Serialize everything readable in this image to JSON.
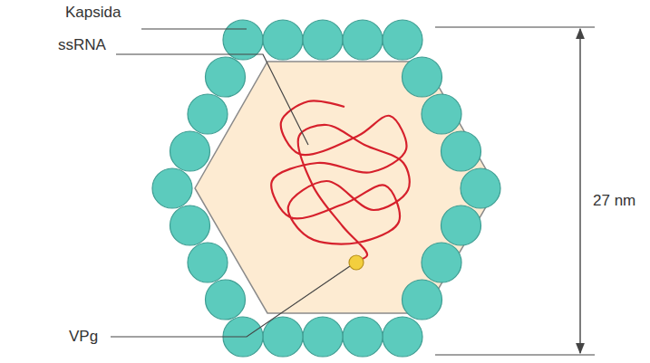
{
  "diagram": {
    "labels": [
      "Kapsida",
      "ssRNA",
      "VPg",
      "27 nm"
    ]
  }
}
